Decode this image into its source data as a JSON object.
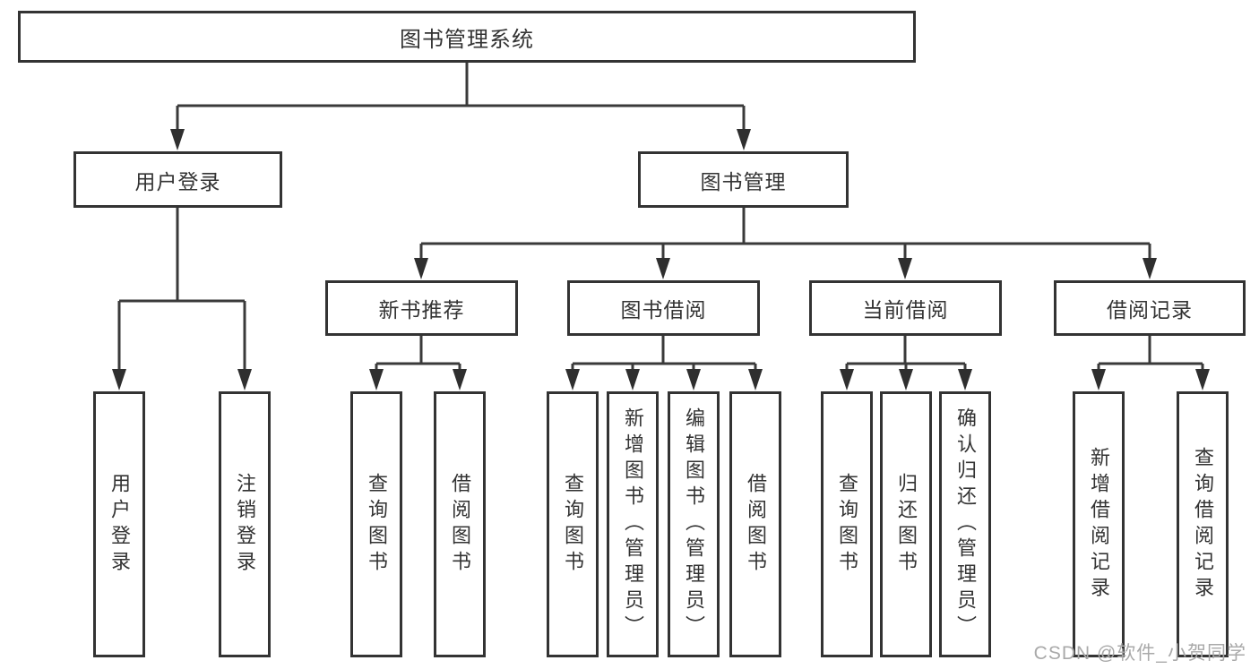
{
  "diagram_title": "图书管理系统",
  "tree": {
    "label": "图书管理系统",
    "children": [
      {
        "label": "用户登录",
        "children": [
          {
            "label": "用户登录"
          },
          {
            "label": "注销登录"
          }
        ]
      },
      {
        "label": "图书管理",
        "children": [
          {
            "label": "新书推荐",
            "children": [
              {
                "label": "查询图书"
              },
              {
                "label": "借阅图书"
              }
            ]
          },
          {
            "label": "图书借阅",
            "children": [
              {
                "label": "查询图书"
              },
              {
                "label": "新增图书（管理员）"
              },
              {
                "label": "编辑图书（管理员）"
              },
              {
                "label": "借阅图书"
              }
            ]
          },
          {
            "label": "当前借阅",
            "children": [
              {
                "label": "查询图书"
              },
              {
                "label": "归还图书"
              },
              {
                "label": "确认归还（管理员）"
              }
            ]
          },
          {
            "label": "借阅记录",
            "children": [
              {
                "label": "新增借阅记录"
              },
              {
                "label": "查询借阅记录"
              }
            ]
          }
        ]
      }
    ]
  },
  "watermark": {
    "text": "CSDN @软件_小贺同学"
  },
  "colors": {
    "line": "#3a3a3a",
    "border": "#333333",
    "text": "#333333",
    "background": "#ffffff",
    "watermark": "#a9a9a9"
  }
}
